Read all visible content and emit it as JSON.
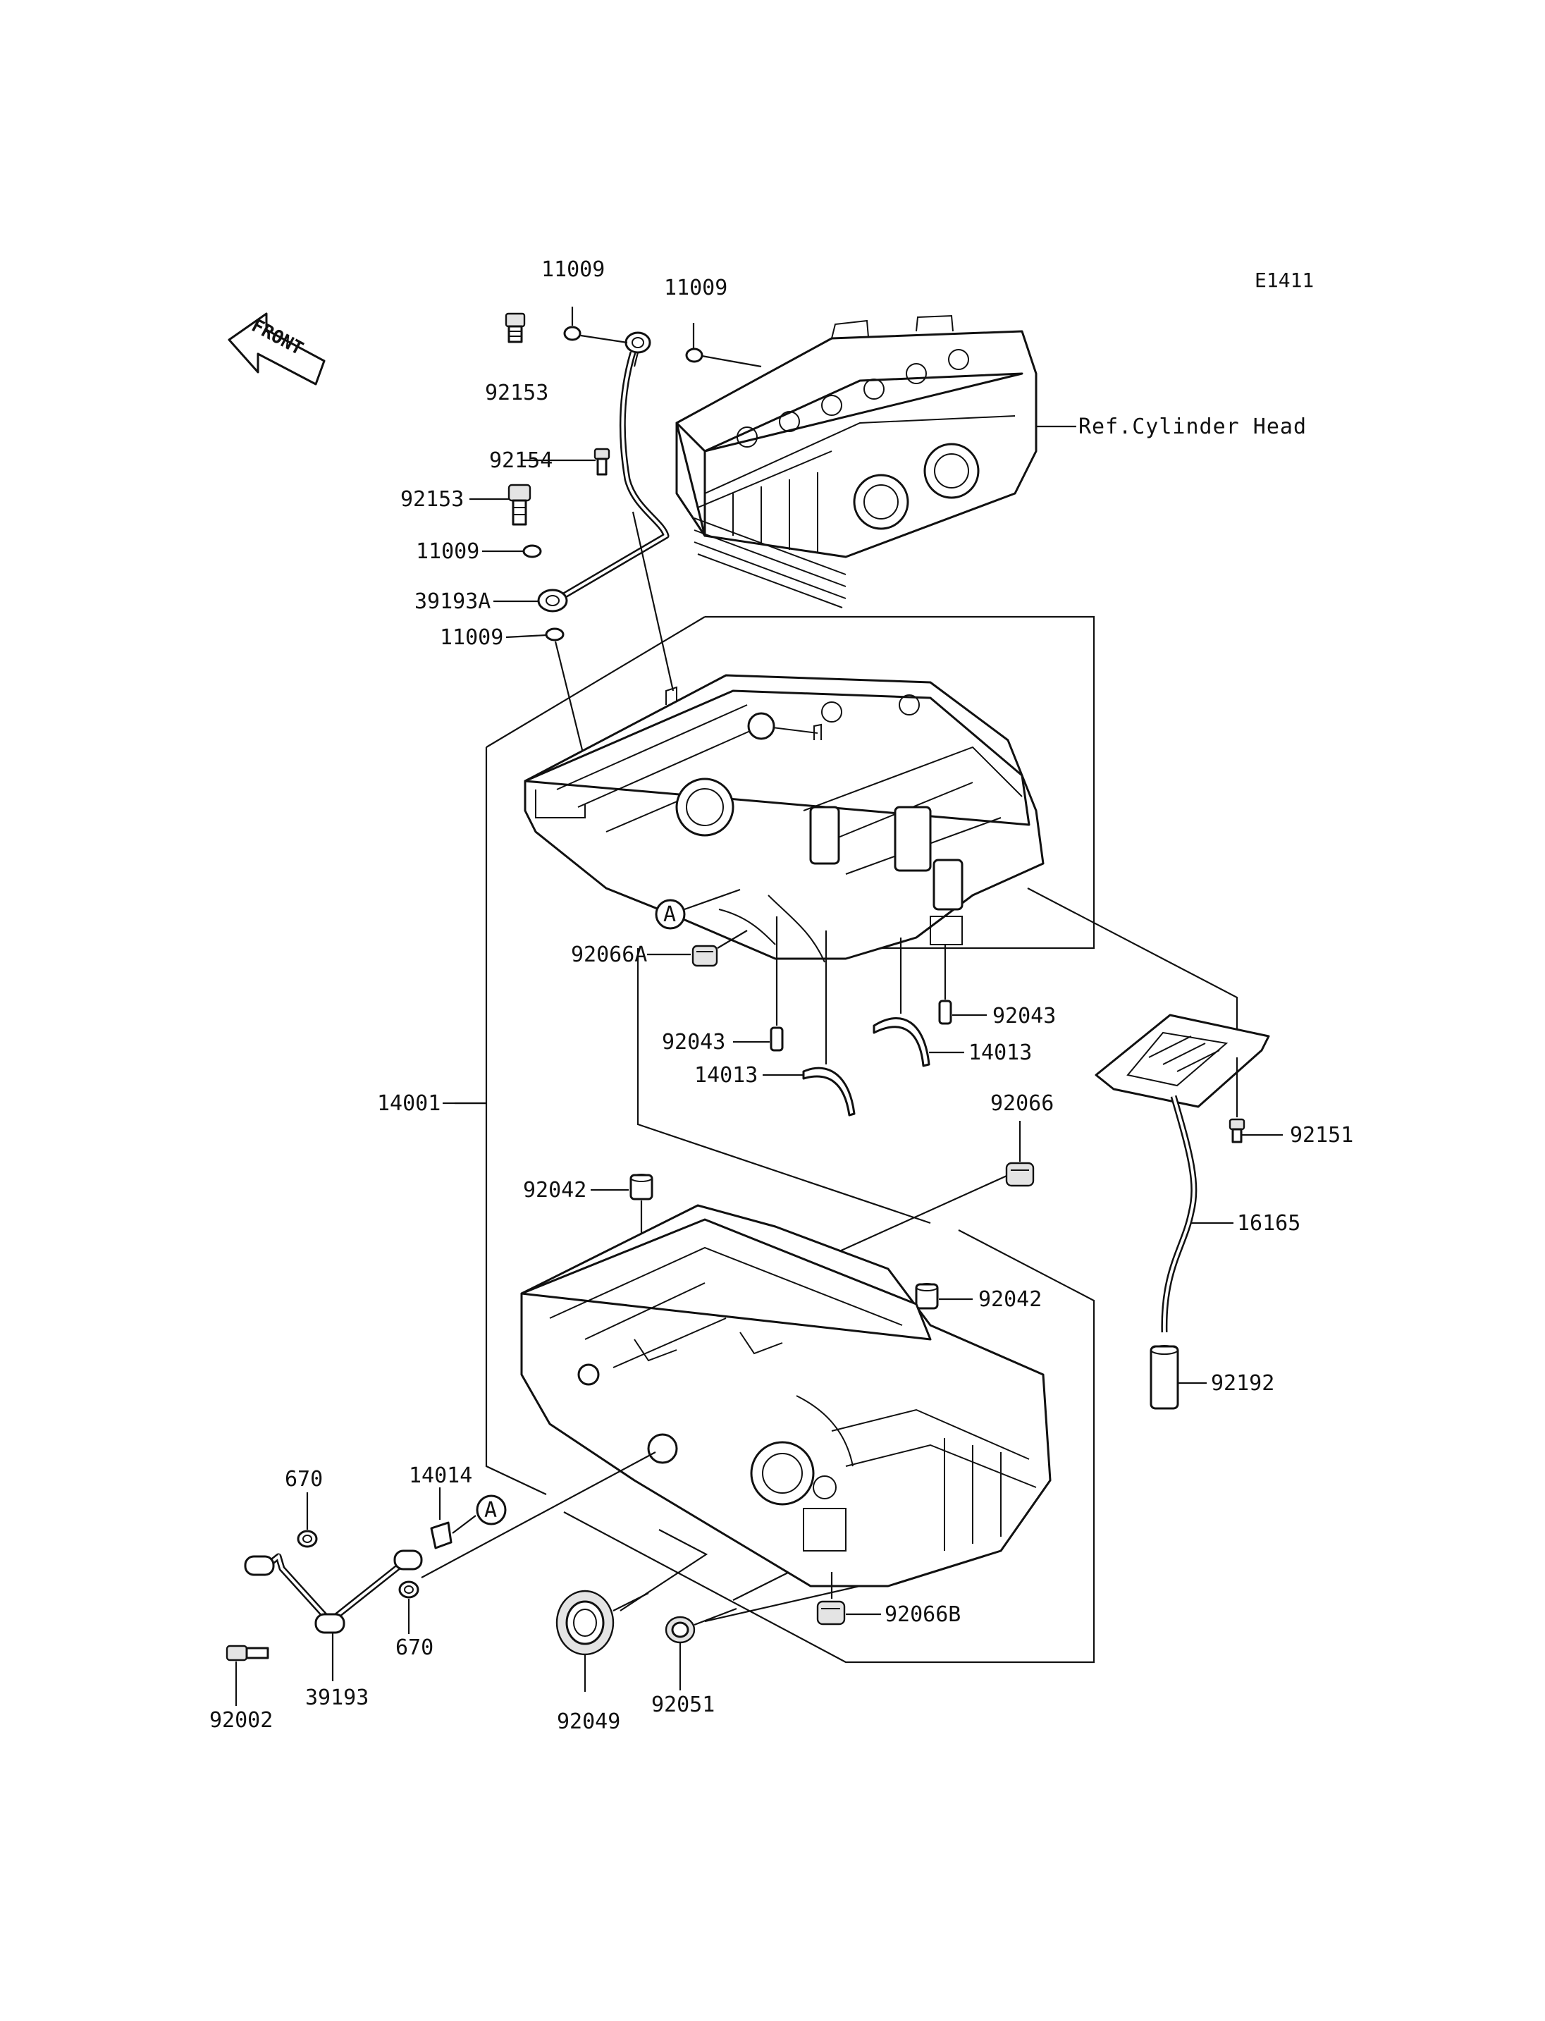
{
  "diagram": {
    "code": "E1411",
    "front_arrow_label": "FRONT",
    "reference_label": "Ref.Cylinder Head",
    "mark_a": "A",
    "labels": {
      "p11009_top_left": "11009",
      "p11009_top_right": "11009",
      "p92153_top": "92153",
      "p92154": "92154",
      "p92153_mid": "92153",
      "p11009_mid_a": "11009",
      "p39193a": "39193A",
      "p11009_mid_b": "11009",
      "p92066a": "92066A",
      "p92043_left": "92043",
      "p92043_right": "92043",
      "p14013_left": "14013",
      "p14013_right": "14013",
      "p14001": "14001",
      "p92066": "92066",
      "p92151": "92151",
      "p92042_left": "92042",
      "p92042_right": "92042",
      "p16165": "16165",
      "p92192": "92192",
      "p670_top": "670",
      "p14014": "14014",
      "p670_bottom": "670",
      "p39193": "39193",
      "p92002": "92002",
      "p92049": "92049",
      "p92051": "92051",
      "p92066b": "92066B"
    }
  }
}
